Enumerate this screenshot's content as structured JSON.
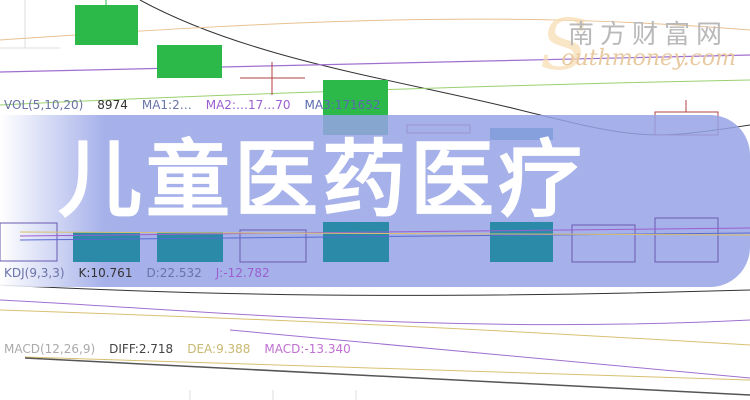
{
  "banner": {
    "title": "儿童医药医疗"
  },
  "watermark": {
    "cn": "南方财富网",
    "en": "outhmoney.com",
    "s": "S"
  },
  "vol_legend": {
    "name": "VOL(5,10,20)",
    "v": "8974",
    "ma1": "MA1:2…",
    "ma2": "MA2:…17…70",
    "ma3": "MA3:171652"
  },
  "kdj_legend": {
    "name": "KDJ(9,3,3)",
    "k": "K:10.761",
    "d": "D:22.532",
    "j": "J:-12.782"
  },
  "macd_legend": {
    "name": "MACD(12,26,9)",
    "diff": "DIFF:2.718",
    "dea": "DEA:9.388",
    "macd": "MACD:-13.340"
  },
  "colors": {
    "up": "#2db84a",
    "down_teal": "#2a8aa8",
    "band": "#96a3e6",
    "purple": "#9b5fd0"
  }
}
